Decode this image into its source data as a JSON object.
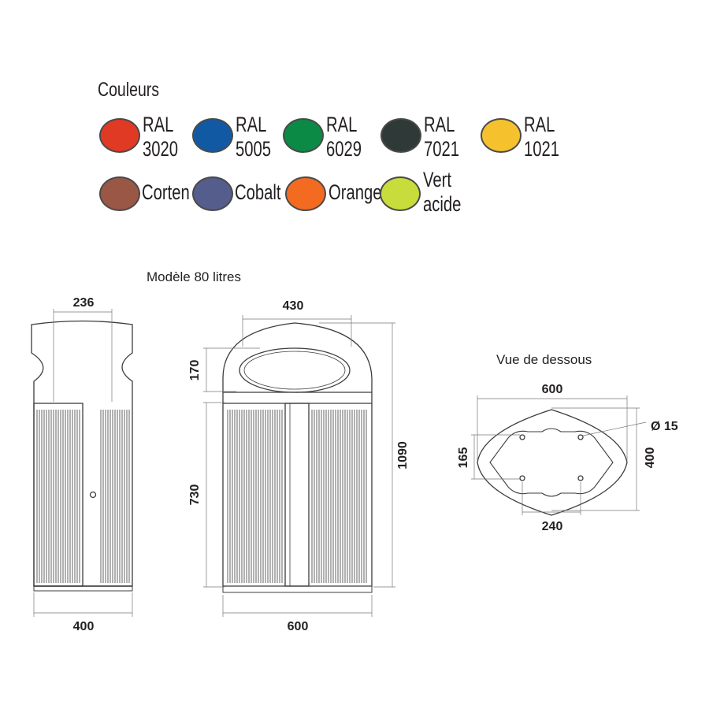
{
  "colors": {
    "title": "Couleurs",
    "swatches": [
      {
        "label": "RAL\n3020",
        "hex": "#e03a24"
      },
      {
        "label": "RAL\n5005",
        "hex": "#115aa3"
      },
      {
        "label": "RAL\n6029",
        "hex": "#0a8a44"
      },
      {
        "label": "RAL\n7021",
        "hex": "#2f3a38"
      },
      {
        "label": "RAL\n1021",
        "hex": "#f5c22e"
      },
      {
        "label": "Corten",
        "hex": "#9a5745"
      },
      {
        "label": "Cobalt",
        "hex": "#545d8c"
      },
      {
        "label": "Orange",
        "hex": "#f26b21"
      },
      {
        "label": "Vert\nacide",
        "hex": "#c8dc3c"
      }
    ]
  },
  "model": {
    "heading": "Modèle 80 litres"
  },
  "side_view": {
    "top_width": "236",
    "base_width": "400"
  },
  "front_view": {
    "lid_width": "430",
    "lid_height": "170",
    "body_height": "730",
    "total_height": "1090",
    "base_width": "600"
  },
  "bottom_view": {
    "heading": "Vue de dessous",
    "length": "600",
    "width": "400",
    "hole_spacing_y": "165",
    "hole_spacing_x": "240",
    "hole_diameter": "Ø 15"
  }
}
